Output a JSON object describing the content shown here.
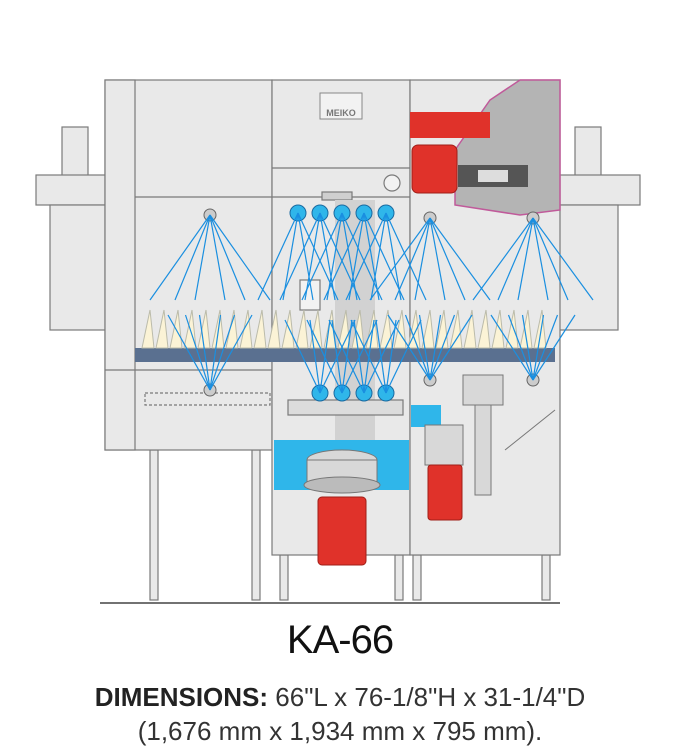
{
  "logo_text": "MEIKO",
  "model": "KA-66",
  "dimensions": {
    "label": "DIMENSIONS:",
    "imperial": "66\"L x 76-1/8\"H x 31-1/4\"D",
    "metric": "(1,676 mm x 1,934 mm x 795 mm)."
  },
  "colors": {
    "body": "#e8e8e8",
    "outline": "#7a7a7a",
    "water": "#2fb6ea",
    "spray": "#1a8fe0",
    "motor": "#e0322a",
    "conveyor": "#5a7090",
    "arm": "#c890b8"
  }
}
